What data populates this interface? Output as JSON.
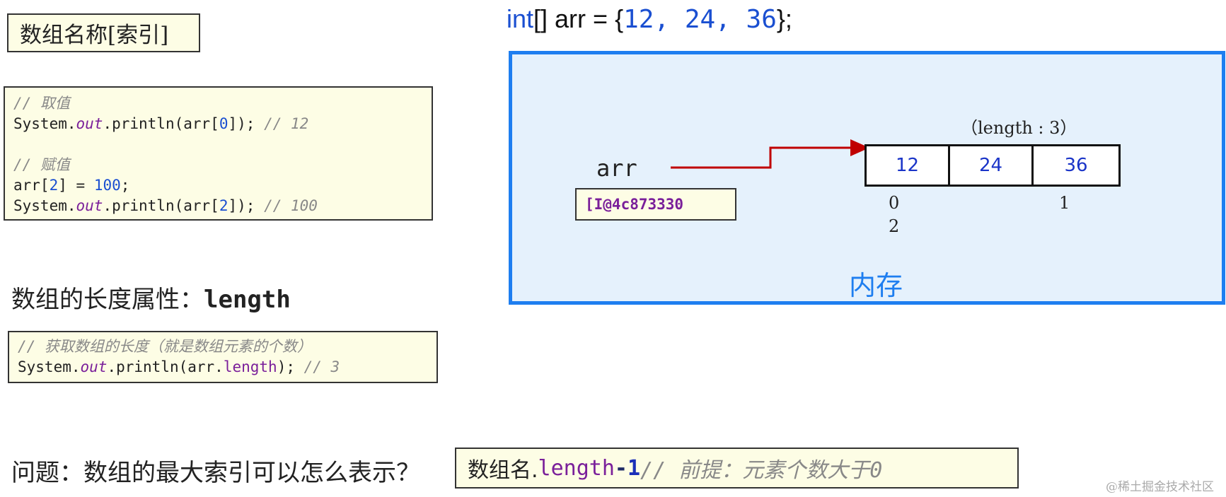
{
  "title_box": "数组名称[索引]",
  "code1": {
    "line1_comment": "// 取值",
    "line2": {
      "a": "System.",
      "b": "out",
      "c": ".println(arr[",
      "d": "0",
      "e": "]); ",
      "f": "// 12"
    },
    "line4_comment": "// 赋值",
    "line5": {
      "a": "arr[",
      "b": "2",
      "c": "] = ",
      "d": "100",
      "e": ";"
    },
    "line6": {
      "a": "System.",
      "b": "out",
      "c": ".println(arr[",
      "d": "2",
      "e": "]); ",
      "f": "// 100"
    }
  },
  "length_heading": {
    "text": "数组的长度属性：",
    "kw": "length"
  },
  "code2": {
    "comment": "// 获取数组的长度（就是数组元素的个数）",
    "line": {
      "a": "System.",
      "b": "out",
      "c": ".println(arr.",
      "d": "length",
      "e": "); ",
      "f": "// 3"
    }
  },
  "question": "问题：数组的最大索引可以怎么表示？",
  "answer": {
    "a": "数组名.",
    "b": " length",
    "c": " - ",
    "d": "1",
    "e": " // 前提：元素个数大于0"
  },
  "declaration": {
    "int": "int",
    "rest": "[] arr = {",
    "n1": "12",
    "sep1": ", ",
    "n2": "24",
    "sep2": ", ",
    "n3": "36",
    "end": "};"
  },
  "memory": {
    "length_note": "（length : 3）",
    "arr_label": "arr",
    "address": "[I@4c873330",
    "cells": [
      "12",
      "24",
      "36"
    ],
    "indices": [
      "0",
      "1",
      "2"
    ],
    "label": "内存"
  },
  "watermark": "@稀土掘金技术社区",
  "colors": {
    "memory_border": "#1e7ef0",
    "memory_bg": "#e5f1fc",
    "arrow": "#c00000",
    "code_bg": "#fdfde5"
  }
}
